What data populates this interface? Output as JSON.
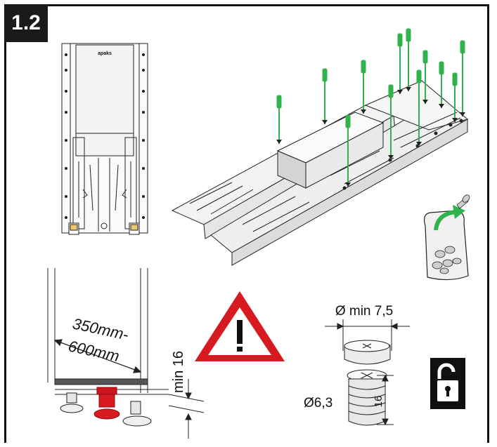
{
  "step": {
    "number": "1.2"
  },
  "rail": {
    "brand": "apaks"
  },
  "dimensions": {
    "cabinet_width_min": "350mm-",
    "cabinet_width_max": "600mm",
    "clearance": "min 16",
    "hole_diameter": "Ø min 7,5",
    "screw_diameter": "Ø6,3",
    "screw_length": "16"
  },
  "colors": {
    "screw_green": "#2fb34a",
    "warning_red": "#d71920",
    "foot_red": "#d71920",
    "ink": "#111111"
  },
  "icons": [
    "warning-triangle-icon",
    "unlock-padlock-icon",
    "curved-arrow-icon",
    "screw-bag-icon"
  ]
}
